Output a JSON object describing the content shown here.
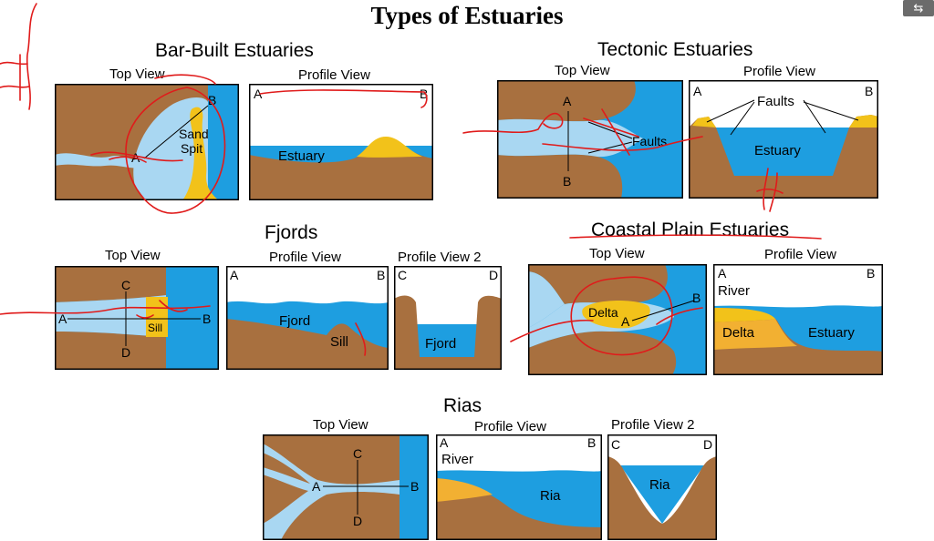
{
  "title": "Types of Estuaries",
  "colors": {
    "land": "#a8703f",
    "land_dark": "#7a4a22",
    "water": "#1e9ee0",
    "light_water": "#a9d7f2",
    "sand": "#f2c21a",
    "annotation_ink": "#e01b1b"
  },
  "corner_button": {
    "icon": "swap-arrow-icon",
    "glyph": "⇆"
  },
  "sections": {
    "bar_built": {
      "title": "Bar-Built Estuaries",
      "top_view": {
        "label": "Top View",
        "point_a": "A",
        "point_b": "B",
        "sand_spit": "Sand\nSpit"
      },
      "profile_view": {
        "label": "Profile View",
        "left": "A",
        "right": "B",
        "water": "Estuary"
      }
    },
    "tectonic": {
      "title": "Tectonic Estuaries",
      "top_view": {
        "label": "Top View",
        "point_a": "A",
        "point_b": "B",
        "faults": "Faults"
      },
      "profile_view": {
        "label": "Profile View",
        "left": "A",
        "right": "B",
        "faults": "Faults",
        "water": "Estuary"
      }
    },
    "fjords": {
      "title": "Fjords",
      "top_view": {
        "label": "Top View",
        "point_a": "A",
        "point_b": "B",
        "point_c": "C",
        "point_d": "D",
        "sill": "Sill"
      },
      "profile_view": {
        "label": "Profile View",
        "left": "A",
        "right": "B",
        "water": "Fjord",
        "sill": "Sill"
      },
      "profile_view_2": {
        "label": "Profile View 2",
        "left": "C",
        "right": "D",
        "water": "Fjord"
      }
    },
    "coastal_plain": {
      "title": "Coastal Plain Estuaries",
      "top_view": {
        "label": "Top View",
        "point_a": "A",
        "point_b": "B",
        "delta": "Delta"
      },
      "profile_view": {
        "label": "Profile View",
        "left": "A",
        "right": "B",
        "river": "River",
        "delta": "Delta",
        "water": "Estuary"
      }
    },
    "rias": {
      "title": "Rias",
      "top_view": {
        "label": "Top View",
        "point_a": "A",
        "point_b": "B",
        "point_c": "C",
        "point_d": "D"
      },
      "profile_view": {
        "label": "Profile View",
        "left": "A",
        "right": "B",
        "river": "River",
        "water": "Ria"
      },
      "profile_view_2": {
        "label": "Profile View 2",
        "left": "C",
        "right": "D",
        "water": "Ria"
      }
    }
  }
}
